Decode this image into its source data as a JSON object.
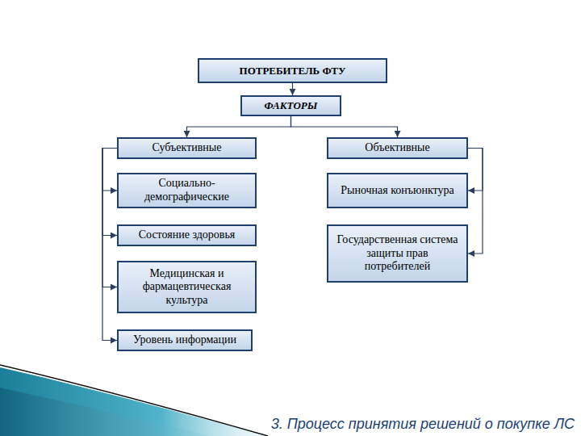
{
  "diagram": {
    "caption": "3. Процесс принятия решений о покупке ЛС",
    "nodes": [
      {
        "text": [
          "ПОТРЕБИТЕЛЬ ФТУ"
        ]
      },
      {
        "text": [
          "ФАКТОРЫ"
        ]
      },
      {
        "text": [
          "Субъективные"
        ]
      },
      {
        "text": [
          "Объективные"
        ]
      },
      {
        "text": [
          "Социально-демографические"
        ]
      },
      {
        "text": [
          "Рыночная конъюнктура"
        ]
      },
      {
        "text": [
          "Состояние здоровья"
        ]
      },
      {
        "text": [
          "Государственная система защиты прав потребителей"
        ]
      },
      {
        "text": [
          "Медицинская и фармацевтическая культура"
        ]
      },
      {
        "text": [
          "Уровень информации"
        ]
      }
    ],
    "edges": [
      {
        "from": 0,
        "to": 1,
        "arrow": "to"
      },
      {
        "from": 1,
        "to": 2,
        "arrow": "to"
      },
      {
        "from": 1,
        "to": 3,
        "arrow": "to"
      },
      {
        "from": 2,
        "to": 4,
        "arrow": "to"
      },
      {
        "from": 2,
        "to": 6,
        "arrow": "to"
      },
      {
        "from": 2,
        "to": 8,
        "arrow": "to"
      },
      {
        "from": 2,
        "to": 9,
        "arrow": "to"
      },
      {
        "from": 3,
        "to": 5,
        "arrow": "to"
      },
      {
        "from": 3,
        "to": 7,
        "arrow": "to"
      }
    ]
  }
}
